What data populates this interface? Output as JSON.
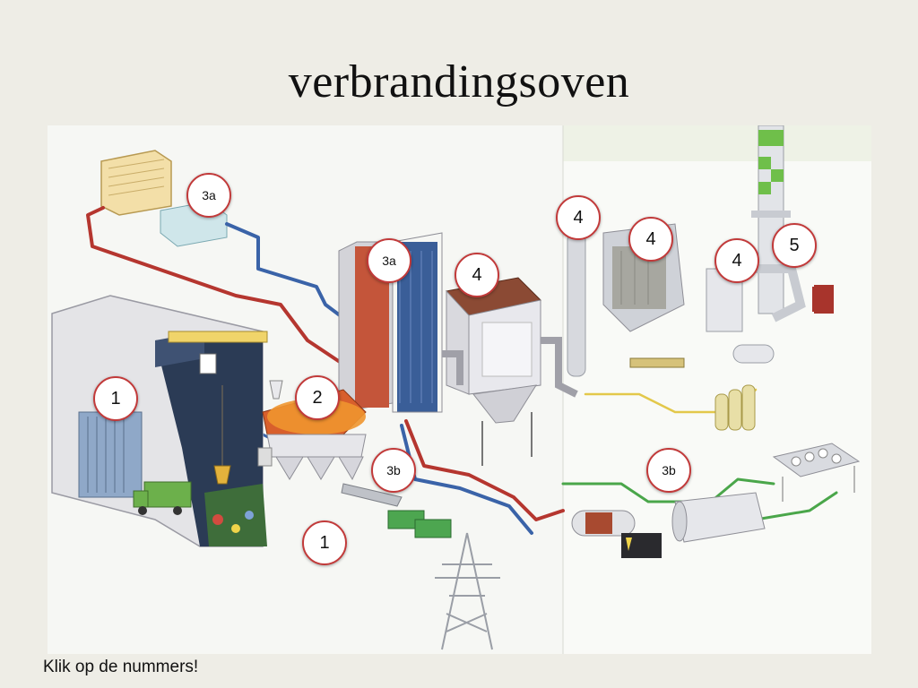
{
  "slide": {
    "title": "verbrandingsoven",
    "footer_text": "Klik op de nummers!"
  },
  "markers": [
    {
      "id": "m-3a-top",
      "label": "3a"
    },
    {
      "id": "m-3a-mid",
      "label": "3a"
    },
    {
      "id": "m-4-a",
      "label": "4"
    },
    {
      "id": "m-4-b",
      "label": "4"
    },
    {
      "id": "m-4-c",
      "label": "4"
    },
    {
      "id": "m-4-d",
      "label": "4"
    },
    {
      "id": "m-5",
      "label": "5"
    },
    {
      "id": "m-1-left",
      "label": "1"
    },
    {
      "id": "m-2",
      "label": "2"
    },
    {
      "id": "m-3b-left",
      "label": "3b"
    },
    {
      "id": "m-3b-right",
      "label": "3b"
    },
    {
      "id": "m-1-bottom",
      "label": "1"
    }
  ],
  "colors": {
    "background": "#eeede6",
    "marker_border": "#c23a3a",
    "pipe_red": "#b5362f",
    "pipe_blue": "#3a63a8",
    "pipe_green": "#4aa64a"
  }
}
